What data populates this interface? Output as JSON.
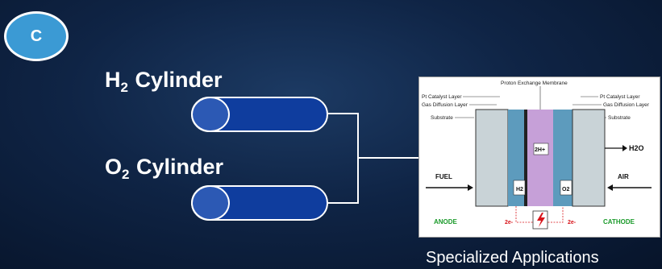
{
  "badge": {
    "letter": "C"
  },
  "cylinders": [
    {
      "name": "H",
      "sub": "2",
      "word": "Cylinder"
    },
    {
      "name": "O",
      "sub": "2",
      "word": "Cylinder"
    }
  ],
  "fuel_cell": {
    "membrane": "Proton Exchange Membrane",
    "left_catalyst": "Pt Catalyst Layer",
    "left_diffusion": "Gas Diffusion Layer",
    "left_substrate": "Substrate",
    "right_catalyst": "Pt Catalyst Layer",
    "right_diffusion": "Gas Diffusion Layer",
    "right_substrate": "Substrate",
    "water": "H2O",
    "fuel": "FUEL",
    "air": "AIR",
    "h2": "H2",
    "o2": "O2",
    "protons": "2H+",
    "anode": "ANODE",
    "cathode": "CATHODE",
    "e_left": "2e-",
    "e_right": "2e-",
    "accent_green": "#1a9a2a",
    "accent_red": "#d8141a"
  },
  "caption": "Specialized Applications"
}
